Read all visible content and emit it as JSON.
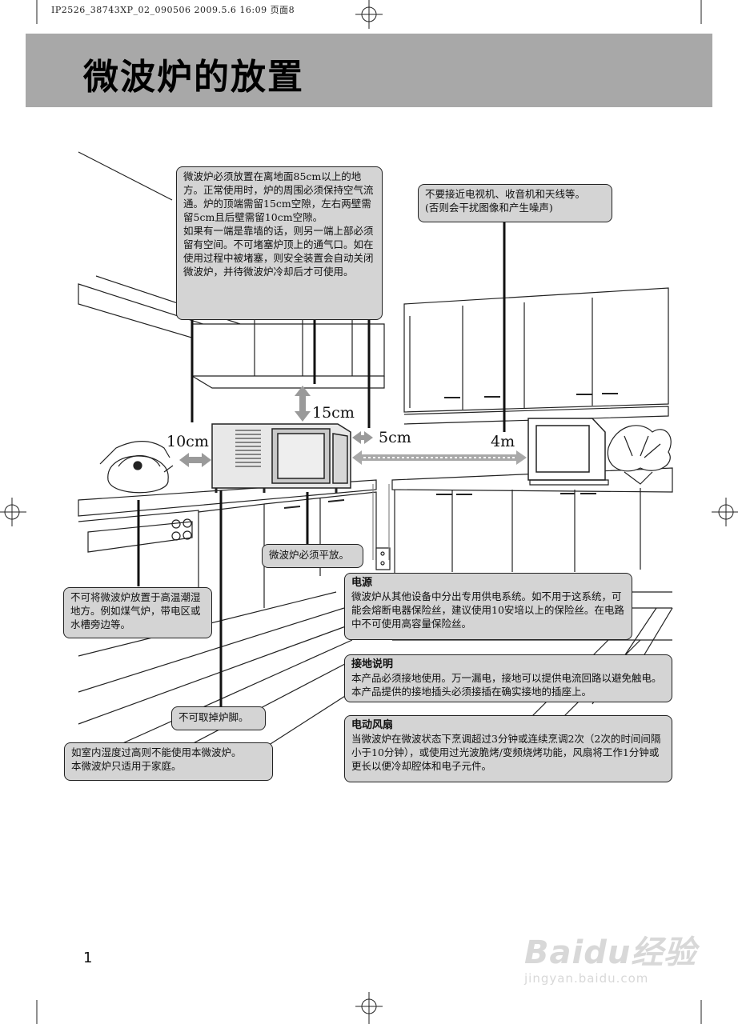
{
  "print_line": "IP2526_38743XP_02_090506   2009.5.6 16:09  页面8",
  "title": "微波炉的放置",
  "dims": {
    "top": "15cm",
    "left": "10cm",
    "right": "5cm",
    "tv": "4m"
  },
  "notes": {
    "clearance": [
      "微波炉必须放置在离地面85cm以上的地方。正常使用时，炉的周围必须保持空气流通。炉的顶端需留15cm空隙，左右两壁需留5cm且后壁需留10cm空隙。",
      "如果有一端是靠墙的话，则另一端上部必须留有空间。不可堵塞炉顶上的通气口。如在使用过程中被堵塞，则安全装置会自动关闭微波炉，并待微波炉冷却后才可使用。"
    ],
    "tv": [
      "不要接近电视机、收音机和天线等。",
      "(否则会干扰图像和产生噪声)"
    ],
    "level": "微波炉必须平放。",
    "humid": "不可将微波炉放置于高温潮湿地方。例如煤气炉，带电区或水槽旁边等。",
    "feet": "不可取掉炉脚。",
    "home": [
      "如室内湿度过高则不能使用本微波炉。",
      "本微波炉只适用于家庭。"
    ],
    "power": {
      "head": "电源",
      "body": "微波炉从其他设备中分出专用供电系统。如不用于这系统，可能会熔断电器保险丝，建议使用10安培以上的保险丝。在电路中不可使用高容量保险丝。"
    },
    "ground": {
      "head": "接地说明",
      "body": "本产品必须接地使用。万一漏电，接地可以提供电流回路以避免触电。本产品提供的接地插头必须接插在确实接地的插座上。"
    },
    "fan": {
      "head": "电动风扇",
      "body": "当微波炉在微波状态下烹调超过3分钟或连续烹调2次（2次的时间间隔小于10分钟），或使用过光波脆烤/变频烧烤功能，风扇将工作1分钟或更长以便冷却腔体和电子元件。"
    }
  },
  "page_number": "1",
  "watermark": {
    "brand": "Baidu经验",
    "url": "jingyan.baidu.com"
  }
}
